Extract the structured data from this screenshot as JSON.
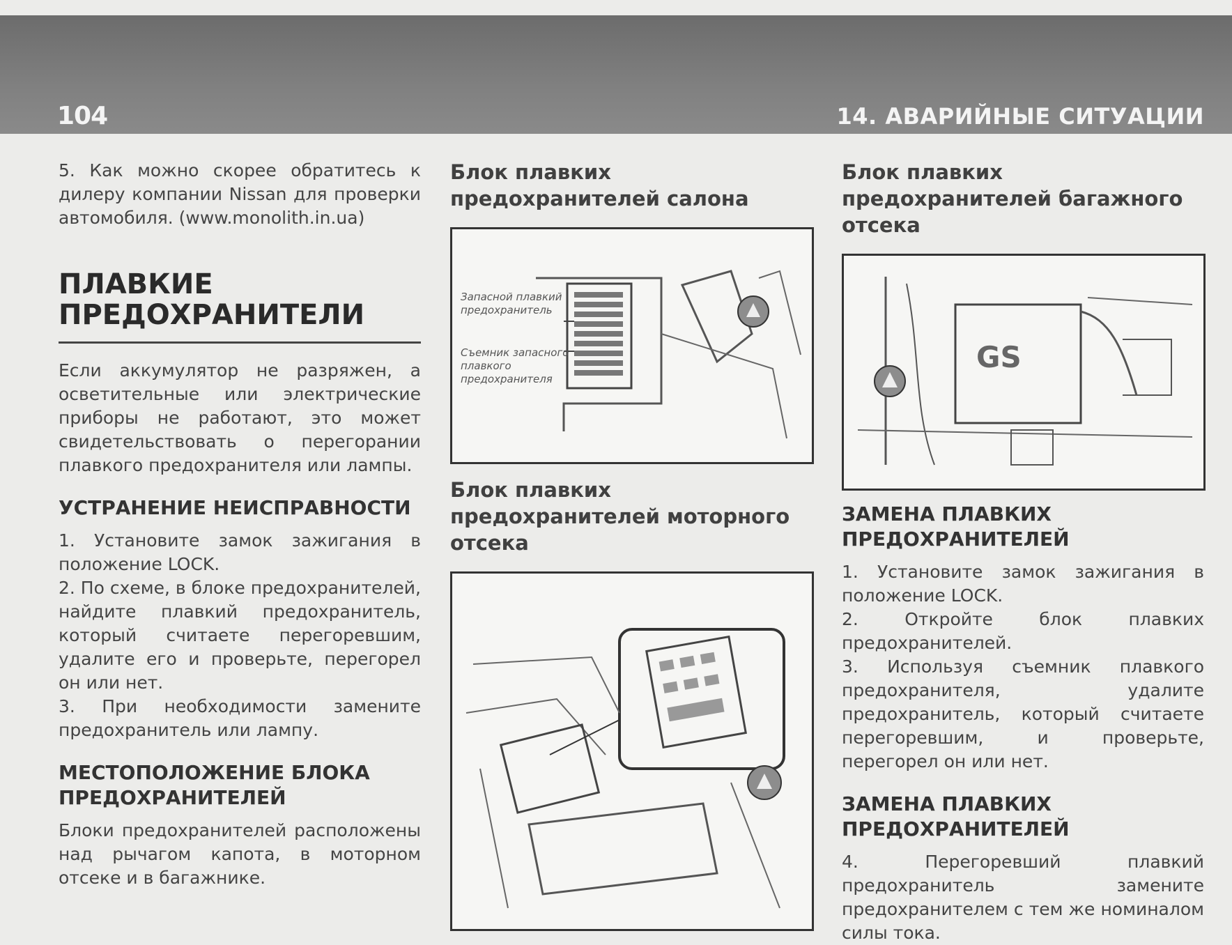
{
  "header": {
    "page_number": "104",
    "section_title": "14. АВАРИЙНЫЕ СИТУАЦИИ"
  },
  "column1": {
    "intro": "5. Как можно скорее обратитесь к дилеру компании Nissan для проверки автомобиля. (www.monolith.in.ua)",
    "main_heading": "ПЛАВКИЕ ПРЕДОХРАНИТЕЛИ",
    "main_text": "Если аккумулятор не разряжен, а осветительные или электрические приборы не работают, это может свидетельствовать о перегорании плавкого предохранителя или лампы.",
    "troubleshoot_heading": "УСТРАНЕНИЕ НЕИСПРАВНОСТИ",
    "steps": [
      "1. Установите замок зажигания в положение LOCK.",
      "2. По схеме, в блоке предохранителей, найдите плавкий предохранитель, который считаете перегоревшим, удалите его и проверьте, перегорел он или нет.",
      "3. При необходимости замените предохранитель или лампу."
    ],
    "location_heading": "МЕСТОПОЛОЖЕНИЕ БЛОКА ПРЕДОХРАНИТЕЛЕЙ",
    "location_text": "Блоки предохранителей расположены над рычагом капота, в моторном отсеке и в багажнике."
  },
  "column2": {
    "cabin_caption": "Блок плавких предохранителей салона",
    "cabin_label_spare": "Запасной плавкий предохранитель",
    "cabin_label_puller": "Съемник запасного плавкого предохранителя",
    "engine_caption": "Блок плавких предохранителей моторного отсека"
  },
  "column3": {
    "trunk_caption": "Блок плавких предохранителей багажного отсека",
    "replace_heading_1": "ЗАМЕНА ПЛАВКИХ ПРЕДОХРАНИТЕЛЕЙ",
    "replace_steps": [
      "1. Установите замок зажигания в положение LOCK.",
      "2. Откройте блок плавких предохранителей.",
      "3. Используя съемник плавкого предохранителя, удалите предохранитель, который считаете перегоревшим, и проверьте, перегорел он или нет."
    ],
    "replace_heading_2": "ЗАМЕНА ПЛАВКИХ ПРЕДОХРАНИТЕЛЕЙ",
    "replace_step_4": "4. Перегоревший плавкий предохранитель замените предохранителем с тем же номиналом силы тока."
  }
}
